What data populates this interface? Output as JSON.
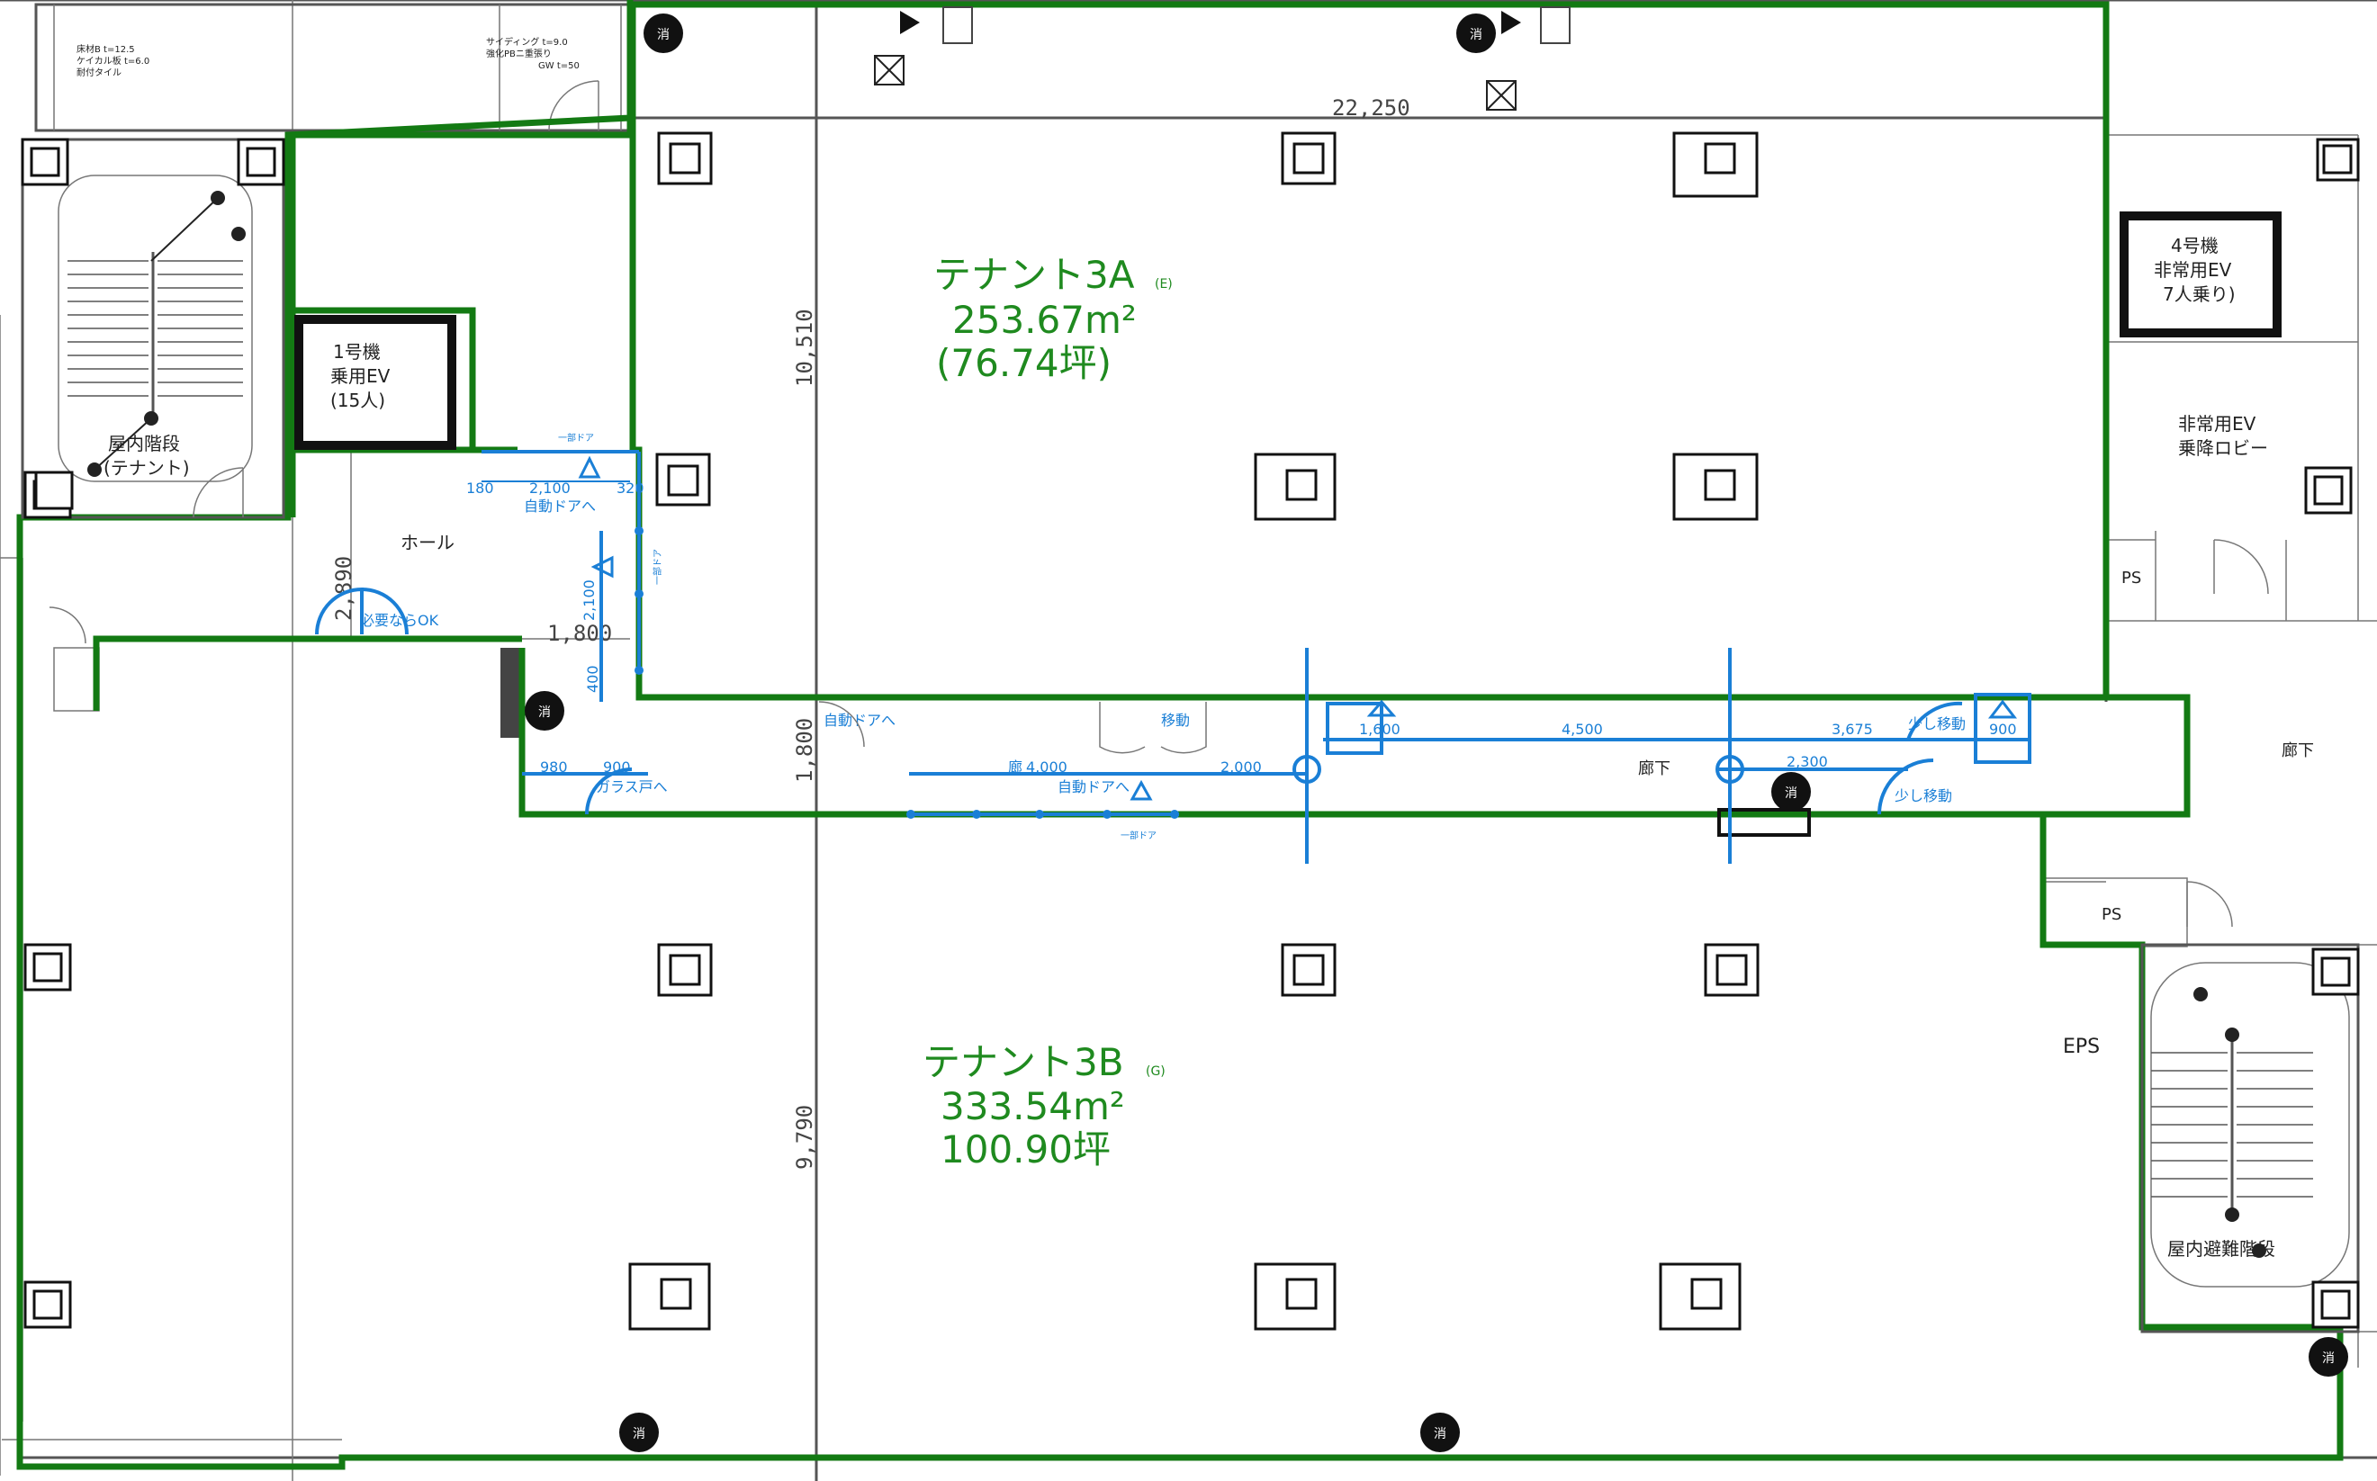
{
  "tenants": {
    "a": {
      "name": "テナント3A",
      "mark": "(E)",
      "area": "253.67m²",
      "tsubo": "(76.74坪)"
    },
    "b": {
      "name": "テナント3B",
      "mark": "(G)",
      "area": "333.54m²",
      "tsubo": "100.90坪"
    }
  },
  "rooms": {
    "hall": "ホール",
    "corridor_center": "廊下",
    "corridor_right": "廊下",
    "eps": "EPS",
    "ps_upper": "PS",
    "ps_lower": "PS",
    "stair_tenant_line1": "屋内階段",
    "stair_tenant_line2": "(テナント)",
    "stair_escape": "屋内避難階段",
    "ev_lobby_line1": "非常用EV",
    "ev_lobby_line2": "乗降ロビー"
  },
  "elevators": {
    "ev1": {
      "line1": "1号機",
      "line2": "乗用EV",
      "line3": "(15人)"
    },
    "ev4": {
      "line1": "4号機",
      "line2": "非常用EV",
      "line3": "7人乗り)"
    }
  },
  "dimensions": {
    "width_top": "22,250",
    "height_a": "10,510",
    "height_b": "9,790",
    "corridor": "1,800",
    "hall_height": "2,890",
    "hall_door": "1,800",
    "d180": "180",
    "d2100": "2,100",
    "d320": "320",
    "d2100v": "2,100",
    "d400": "400",
    "d980": "980",
    "d900": "900",
    "d4000": "4,000",
    "d2000": "2,000",
    "d1600": "1,600",
    "d4500": "4,500",
    "d3675": "3,675",
    "d2300": "2,300",
    "d900b": "900"
  },
  "notes": {
    "auto_door_1": "自動ドアへ",
    "auto_door_2": "自動ドアへ",
    "auto_door_3": "自動ドアへ",
    "move_1": "移動",
    "move_2": "少し移動",
    "move_3": "少し移動",
    "glass_door": "ガラス戸へ",
    "door_ok": "必要ならOK",
    "duct_1": "一部ドア",
    "duct_2": "一部ドア",
    "duct_3": "一部ドア",
    "prefix_4000": "廊",
    "toilet_note_1": "床材B t=12.5",
    "toilet_note_2": "ケイカル板 t=6.0",
    "toilet_note_3": "耐付タイル",
    "toilet_note_4": "サイディング t=9.0",
    "toilet_note_5": "強化PBニ重張り",
    "toilet_note_6": "GW t=50",
    "extinguisher": "消"
  },
  "colors": {
    "tenant_wall": "#137a13",
    "revision": "#1a7fd6",
    "structure": "#555555"
  }
}
